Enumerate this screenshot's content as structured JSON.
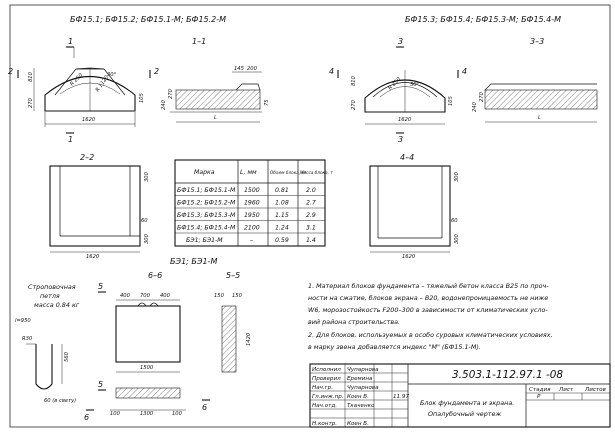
{
  "headers": {
    "left": "БФ15.1; БФ15.2; БФ15.1-М; БФ15.2-М",
    "right": "БФ15.3; БФ15.4; БФ15.3-М; БФ15.4-М"
  },
  "sections": {
    "s11": "1–1",
    "s22": "2–2",
    "s33": "3–3",
    "s44": "4–4",
    "s55": "5–5",
    "s66": "6–6"
  },
  "cut_marks": {
    "one": "1",
    "two": "2",
    "three": "3",
    "four": "4",
    "five": "5",
    "six": "6"
  },
  "dims": {
    "d1620": "1620",
    "d810": "810",
    "d270": "270",
    "d105": "105",
    "d145": "145",
    "d200": "200",
    "d240": "240",
    "d75": "75",
    "dL": "L",
    "d300": "300",
    "d60": "60",
    "d400": "400",
    "d700": "700",
    "d150": "150",
    "d1500": "1500",
    "d1300": "1300",
    "d100": "100",
    "d1420": "1420",
    "d560": "560",
    "r1": "R 250",
    "r2": "R 1120",
    "a1": "30°",
    "l950": "l=950",
    "r30": "R30",
    "d60b": "60 (в свету)"
  },
  "bz_label": "БЭ1; БЭ1-М",
  "loop_caption": [
    "Строповочная",
    "петля",
    "масса 0.84 кг"
  ],
  "table": {
    "headers": [
      "Марка",
      "L, мм",
      "Объем блока, м³",
      "Масса блока, т"
    ],
    "rows": [
      [
        "БФ15.1; БФ15.1-М",
        "1500",
        "0.81",
        "2.0"
      ],
      [
        "БФ15.2; БФ15.2-М",
        "1960",
        "1.08",
        "2.7"
      ],
      [
        "БФ15.3; БФ15.3-М",
        "1950",
        "1.15",
        "2.9"
      ],
      [
        "БФ15.4; БФ15.4-М",
        "2100",
        "1.24",
        "3.1"
      ],
      [
        "БЭ1; БЭ1-М",
        "–",
        "0.59",
        "1.4"
      ]
    ]
  },
  "notes": [
    "1. Материал блоков фундамента – тяжелый бетон класса В25 по проч-",
    "ности на сжатие, блоков экрана – В20, водонепроницаемость не ниже",
    "W6, морозостойкость F200–300 в зависимости от климатических усло-",
    "вий района строительства.",
    "2. Для блоков, используемых в особо суровых климатических условиях,",
    "в марку звена добавляется индекс \"М\" (БФ15.1-М)."
  ],
  "stamp": {
    "code": "3.503.1-112.97.1 -08",
    "roles": [
      {
        "role": "Исполнил",
        "name": "Чупарнова"
      },
      {
        "role": "Проверил",
        "name": "Еремина"
      },
      {
        "role": "Нач.гр.",
        "name": "Чупарнова"
      },
      {
        "role": "Гл.инж.пр.",
        "name": "Коен Б."
      },
      {
        "role": "Нач.отд.",
        "name": "Ткаченко"
      },
      {
        "role": "Н.контр.",
        "name": "Коен Б."
      }
    ],
    "date": "11.97",
    "title_1": "Блок фундамента и экрана.",
    "title_2": "Опалубочный чертеж",
    "stage_label": "Стадия",
    "sheet_label": "Лист",
    "sheets_label": "Листов",
    "stage_value": "Р"
  }
}
